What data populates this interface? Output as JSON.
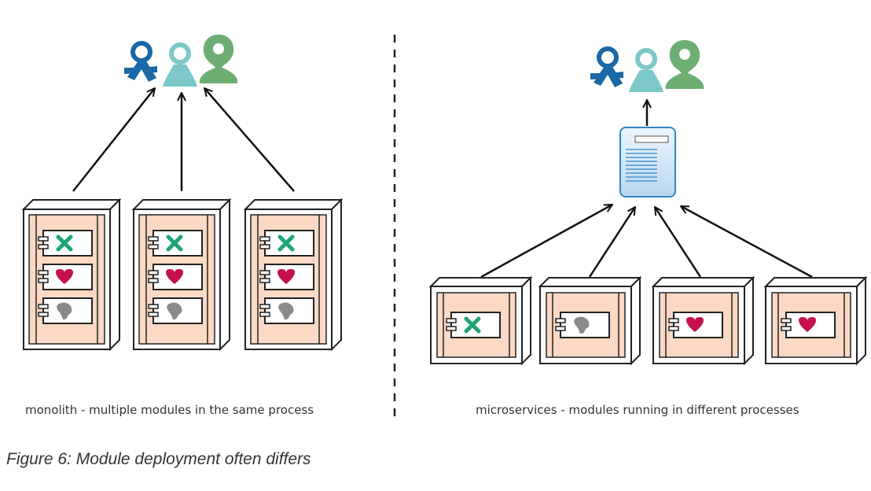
{
  "captions": {
    "monolith": "monolith - multiple modules in the same process",
    "microservices": "microservices - modules running in different processes",
    "figure": "Figure 6: Module deployment often differs"
  },
  "colors": {
    "user_dark": "#1a68a5",
    "user_teal": "#7cc8c8",
    "user_green": "#6fae72",
    "process_fill": "#fbd9c4",
    "module_x": "#1ea672",
    "module_heart": "#c4104f",
    "module_blob": "#8a8a8a",
    "gateway_fill": "#d5e8f7",
    "gateway_lines": "#2e86c8"
  },
  "icons": {
    "users": [
      "person-dark-blue-icon",
      "person-teal-icon",
      "person-green-icon"
    ],
    "modules": [
      "x-icon",
      "heart-icon",
      "blob-icon"
    ],
    "gateway": "document-server-icon"
  },
  "monolith": {
    "process_count": 3,
    "modules_per_process": [
      "x",
      "heart",
      "blob"
    ]
  },
  "microservices": {
    "services": [
      "x",
      "blob",
      "heart",
      "heart"
    ]
  }
}
